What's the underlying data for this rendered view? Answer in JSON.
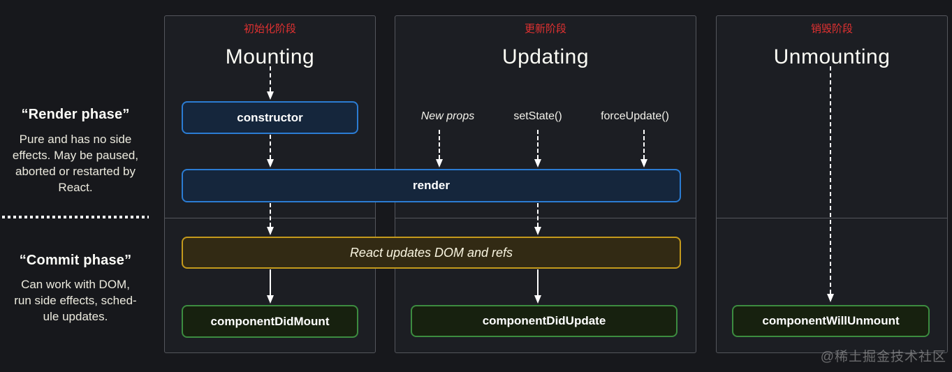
{
  "sidebar": {
    "render_phase": {
      "title": "“Render phase”",
      "lines": [
        "Pure and has no side",
        "effects. May be paused,",
        "aborted or restarted by",
        "React."
      ]
    },
    "commit_phase": {
      "title": "“Commit phase”",
      "lines": [
        "Can work with DOM,",
        "run side effects, sched-",
        "ule updates."
      ]
    }
  },
  "columns": [
    {
      "subtitle": "初始化阶段",
      "title": "Mounting"
    },
    {
      "subtitle": "更新阶段",
      "title": "Updating"
    },
    {
      "subtitle": "销毁阶段",
      "title": "Unmounting"
    }
  ],
  "triggers": [
    {
      "label": "New props"
    },
    {
      "label": "setState()"
    },
    {
      "label": "forceUpdate()"
    }
  ],
  "boxes": {
    "constructor": "constructor",
    "render": "render",
    "react_updates": "React updates DOM and refs",
    "component_did_mount": "componentDidMount",
    "component_did_update": "componentDidUpdate",
    "component_will_unmount": "componentWillUnmount"
  },
  "watermark": "@稀土掘金技术社区",
  "colors": {
    "background": "#17181c",
    "column_border": "#54565c",
    "phase_label_red": "#e03131",
    "blue_box_border": "#2b7cd3",
    "blue_box_fill": "#15263c",
    "gold_box_border": "#c49a1c",
    "gold_box_fill": "#322a14",
    "green_box_border": "#3c8c40",
    "green_box_fill": "#17210f"
  }
}
